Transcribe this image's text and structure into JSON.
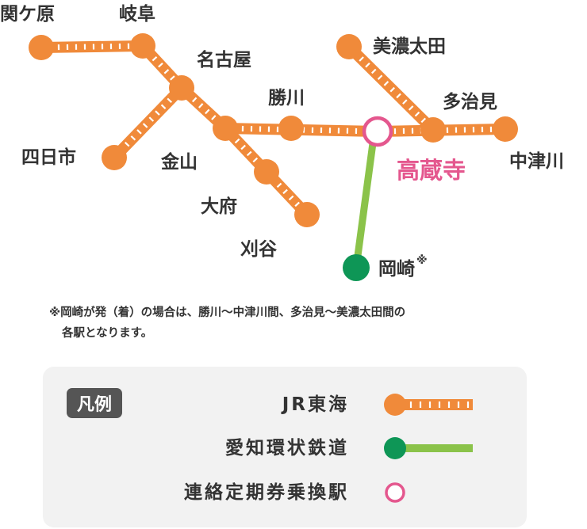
{
  "colors": {
    "jr": "#f08a3a",
    "aichi": "#8bc34a",
    "aichi_station": "#0e9656",
    "transfer": "#e4578e",
    "text": "#333333",
    "legend_bg": "#f2f2f2"
  },
  "stations": {
    "sekigahara": "関ケ原",
    "gifu": "岐阜",
    "nagoya": "名古屋",
    "yokkaichi": "四日市",
    "kanayama": "金山",
    "obu": "大府",
    "kariya": "刈谷",
    "kachigawa": "勝川",
    "kozoji": "高蔵寺",
    "mino_ota": "美濃太田",
    "tajimi": "多治見",
    "nakatsugawa": "中津川",
    "okazaki": "岡崎",
    "okazaki_mark": "※"
  },
  "note": {
    "line1": "※岡崎が発（着）の場合は、勝川〜中津川間、多治見〜美濃太田間の",
    "line2": "各駅となります。"
  },
  "legend": {
    "title": "凡例",
    "jr": "JR東海",
    "aichi": "愛知環状鉄道",
    "transfer": "連絡定期券乗換駅"
  }
}
